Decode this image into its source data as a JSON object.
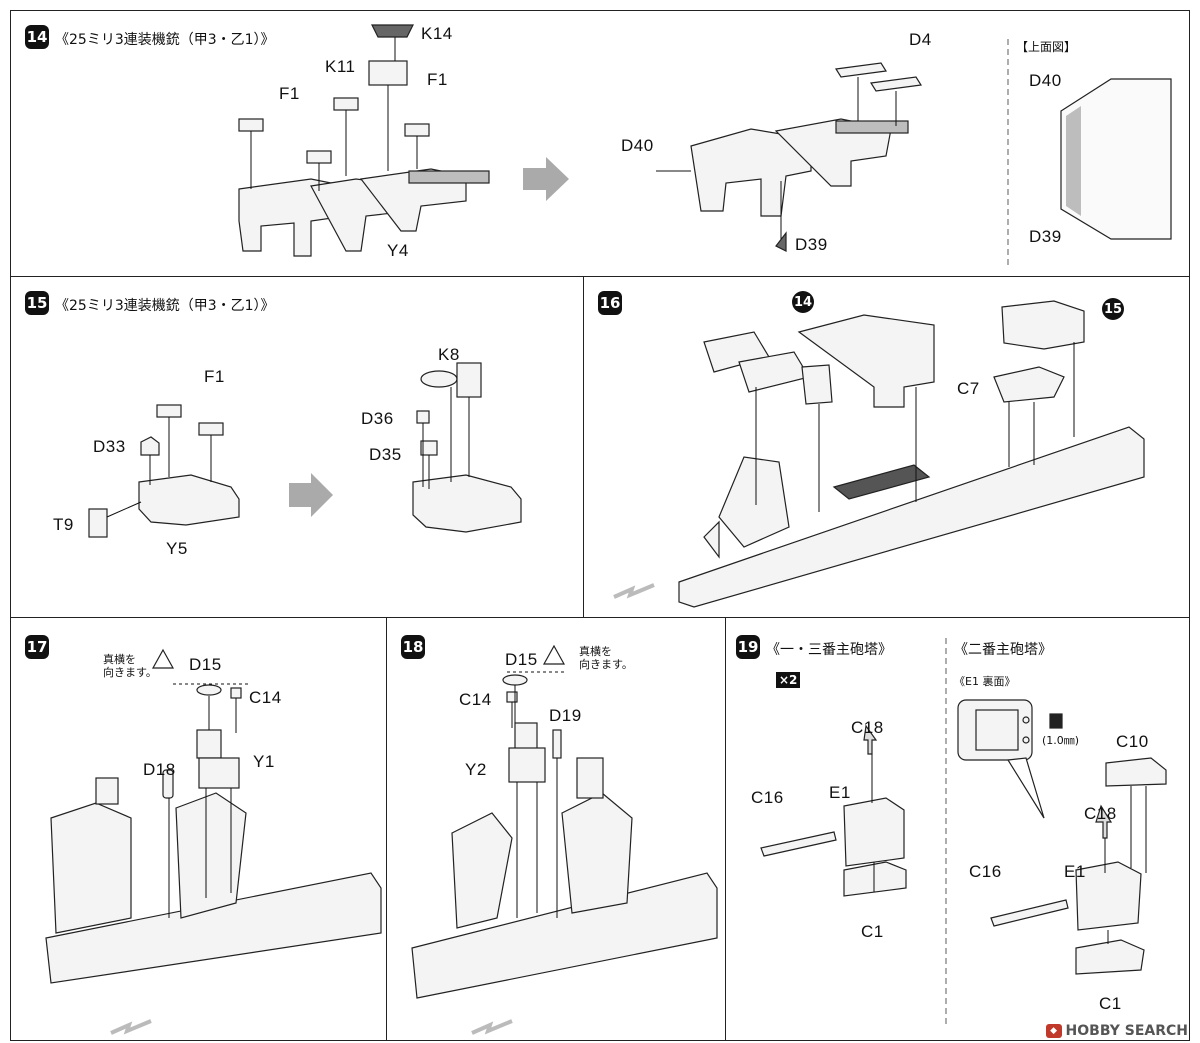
{
  "steps": [
    {
      "num": "14",
      "title": "《25ミリ3連装機銃（甲3・乙1）》",
      "labels": [
        "K14",
        "K11",
        "F1",
        "F1",
        "Y4",
        "D4",
        "D40",
        "D39"
      ],
      "inset": {
        "title": "【上面図】",
        "labels": [
          "D40",
          "D39"
        ]
      }
    },
    {
      "num": "15",
      "title": "《25ミリ3連装機銃（甲3・乙1）》",
      "labels": [
        "F1",
        "D33",
        "T9",
        "Y5",
        "K8",
        "D36",
        "D35"
      ]
    },
    {
      "num": "16",
      "refs": [
        "14",
        "15"
      ],
      "labels": [
        "C7"
      ]
    },
    {
      "num": "17",
      "note": "真横を\n向きます。",
      "labels": [
        "D15",
        "C14",
        "Y1",
        "D18"
      ]
    },
    {
      "num": "18",
      "note": "真横を\n向きます。",
      "labels": [
        "D15",
        "C14",
        "D19",
        "Y2"
      ]
    },
    {
      "num": "19",
      "title_a": "《一・三番主砲塔》",
      "multiplier": "×2",
      "title_b": "《二番主砲塔》",
      "sub_title": "《E1 裏面》",
      "drill": "(1.0㎜)",
      "labels": [
        "C18",
        "C16",
        "E1",
        "C1",
        "C10",
        "C18",
        "C16",
        "E1",
        "C1"
      ]
    }
  ],
  "footer": {
    "brand": "HOBBY SEARCH"
  },
  "colors": {
    "ink": "#111111",
    "line": "#222222",
    "fill": "#f4f4f4",
    "shade": "#bdbdbd"
  }
}
